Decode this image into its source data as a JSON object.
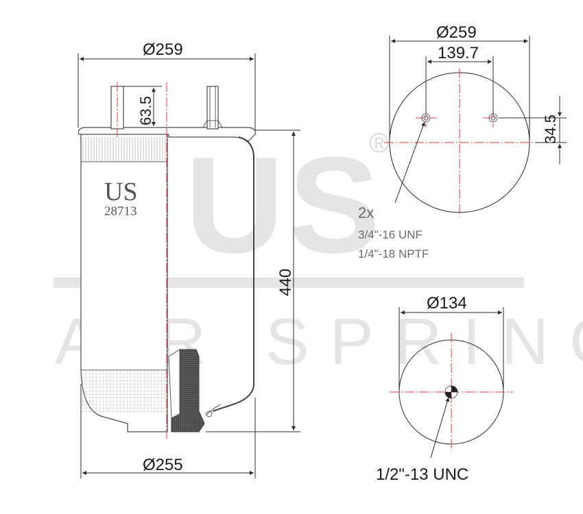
{
  "watermark": {
    "logo_text": "US",
    "registered_mark": "®",
    "tagline": "AIR SPRING"
  },
  "product": {
    "brand": "US",
    "part_number": "28713"
  },
  "side_view": {
    "top_diameter": "Ø259",
    "stud_height": "63.5",
    "height": "440",
    "bottom_diameter": "Ø255"
  },
  "top_view": {
    "outer_diameter": "Ø259",
    "hole_spacing": "139.7",
    "hole_offset": "34.5",
    "note_qty": "2x",
    "note_thread_1": "3/4\"-16 UNF",
    "note_thread_2": "1/4\"-18 NPTF"
  },
  "bottom_view": {
    "piston_diameter": "Ø134",
    "thread_callout": "1/2\"-13 UNC"
  },
  "colors": {
    "centerline": "#e23a3a",
    "watermark": "#cfcfcf",
    "outline": "#2a2a2a",
    "annotation": "#6b6b6b"
  }
}
